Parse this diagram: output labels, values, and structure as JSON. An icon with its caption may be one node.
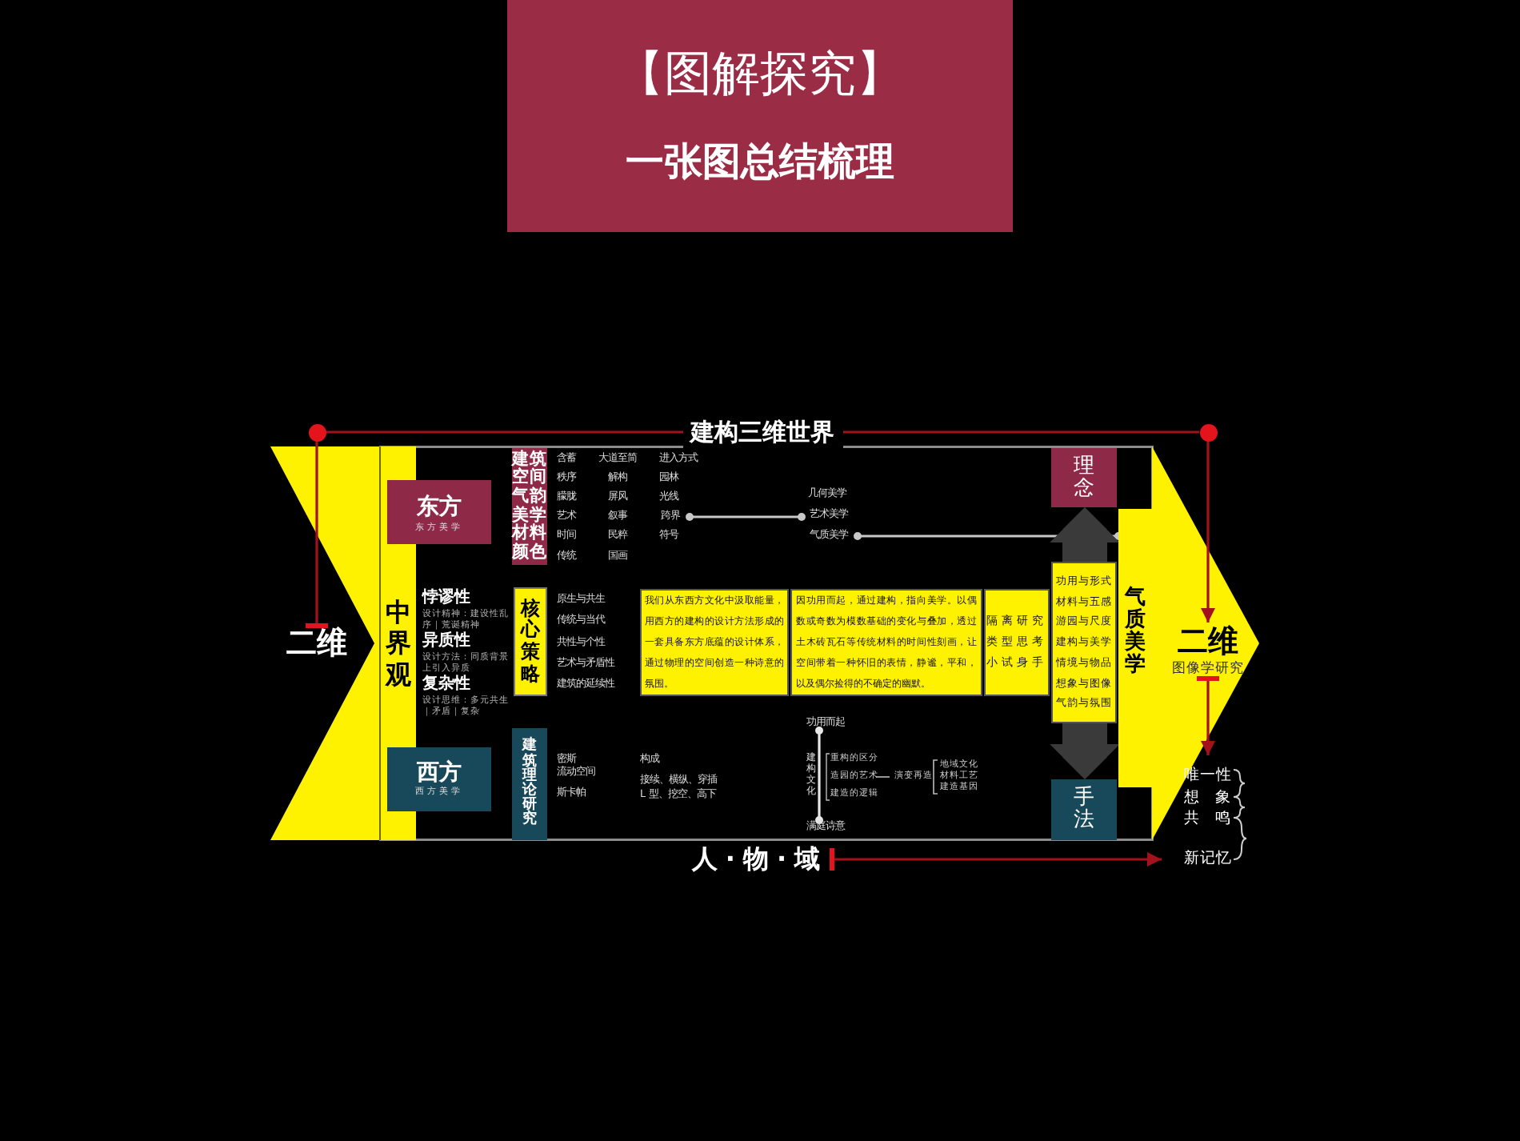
{
  "diagram": {
    "nodes": [
      {
        "text": [
          "【图解探究】",
          "一张图总结梳理"
        ]
      },
      {
        "text": [],
        "shape": "circle"
      },
      {
        "text": [],
        "shape": "circle"
      },
      {
        "text": [
          "二维"
        ]
      },
      {
        "text": [
          "中界观"
        ]
      },
      {
        "text": [
          "东方",
          "东方美学"
        ]
      },
      {
        "text": [
          "西方",
          "西方美学"
        ]
      },
      {
        "text": [
          "建筑空间气韵美学材料颜色"
        ]
      },
      {
        "text": [
          "跨界"
        ]
      },
      {
        "text": [
          "艺术美学"
        ]
      },
      {
        "text": [
          "气质美学"
        ]
      },
      {
        "text": [
          "理念"
        ]
      },
      {
        "text": [
          "核心策略"
        ]
      },
      {
        "text": [
          "我们从东西方文化中汲取能量，用西方的建构的设计方法形成的一套具备东方底蕴的设计体系，通过物理的空间创造一种诗意的氛围。"
        ]
      },
      {
        "text": [
          "因功用而起，通过建构，指向美学。以偶数或奇数为模数基础的变化与叠加，透过土木砖瓦石等传统材料的时间性刻画，让空间带着一种怀旧的表情，静谧，平和，以及偶尔捡得的不确定的幽默。"
        ]
      },
      {
        "text": [
          "隔离研究类型思考小试身手"
        ]
      },
      {
        "text": [
          "功用与形式",
          "材料与五感",
          "游园与尺度",
          "建构与美学",
          "情境与物品",
          "想象与图像",
          "气韵与氛围"
        ]
      },
      {
        "text": [
          "气质美学"
        ]
      },
      {
        "text": [
          "建筑理论研究"
        ]
      },
      {
        "text": [
          "功用而起"
        ]
      },
      {
        "text": [
          "满庭诗意"
        ]
      },
      {
        "text": [
          "手法"
        ]
      },
      {
        "text": [
          "二维",
          "图像学研究"
        ]
      },
      {
        "text": [
          "唯一性"
        ]
      },
      {
        "text": [
          "人·物·域"
        ]
      },
      {
        "text": [
          "新记忆"
        ]
      }
    ],
    "edges": [
      {
        "from": 1,
        "to": 2,
        "arrow": "none",
        "label": "建构三维世界",
        "color": "#a3121c"
      },
      {
        "from": 1,
        "to": 3,
        "arrow": "other",
        "color": "#a3121c"
      },
      {
        "from": 2,
        "to": 22,
        "arrow": "to",
        "color": "#a3121c"
      },
      {
        "from": 22,
        "to": 23,
        "arrow": "to",
        "color": "#a3121c"
      },
      {
        "from": 24,
        "to": 25,
        "arrow": "to",
        "color": "#a3121c"
      },
      {
        "from": 8,
        "to": 9,
        "arrow": "other",
        "color": "#c8c8c8"
      },
      {
        "from": 10,
        "to": 17,
        "arrow": "other",
        "color": "#c8c8c8"
      },
      {
        "from": 16,
        "to": 11,
        "arrow": "to",
        "style": "thick",
        "color": "#3a3a3a"
      },
      {
        "from": 16,
        "to": 21,
        "arrow": "to",
        "style": "thick",
        "color": "#3a3a3a"
      },
      {
        "from": 19,
        "to": 20,
        "arrow": "other",
        "color": "#e6e6e6"
      }
    ],
    "labels": [
      "悖谬性",
      "设计精神：建设性乱序｜荒诞精神",
      "异质性",
      "设计方法：同质背景上引入异质",
      "复杂性",
      "设计思维：多元共生｜矛盾｜复杂",
      "含蓄",
      "大道至简",
      "进入方式",
      "秩序",
      "解构",
      "园林",
      "朦胧",
      "屏风",
      "光线",
      "艺术",
      "叙事",
      "时间",
      "民粹",
      "符号",
      "传统",
      "国画",
      "几何美学",
      "原生与共生",
      "传统与当代",
      "共性与个性",
      "艺术与矛盾性",
      "建筑的延续性",
      "密斯",
      "构成",
      "流动空间",
      "接续、横纵、穿插",
      "斯卡帕",
      "L 型、挖空、高下",
      "建构文化",
      "重构的区分",
      "造园的艺术",
      "建造的逻辑",
      "演变再造",
      "地域文化",
      "材料工艺",
      "建造基因",
      "想象",
      "共鸣"
    ]
  }
}
